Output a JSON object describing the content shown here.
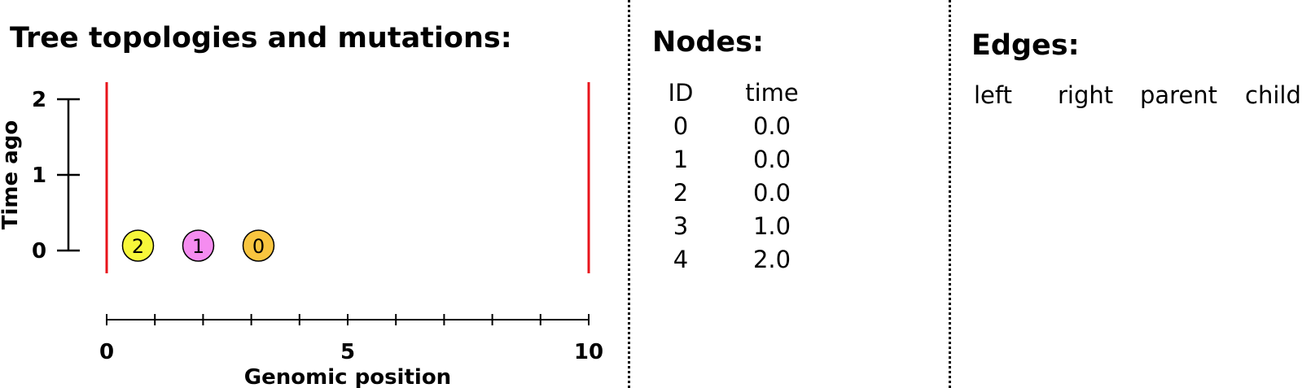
{
  "tree_panel": {
    "title": "Tree topologies and mutations:",
    "y_axis": {
      "label": "Time ago",
      "ticks": [
        "0",
        "1",
        "2"
      ],
      "range": [
        0,
        2
      ]
    },
    "x_axis": {
      "label": "Genomic position",
      "tick_labels": [
        "0",
        "5",
        "10"
      ],
      "range": [
        0,
        10
      ],
      "minor_tick_step": 1
    },
    "breakpoints": [
      0,
      10
    ],
    "breakpoint_color": "#e8141b",
    "mutations": [
      {
        "label": "2",
        "position": 0.65,
        "time": 0,
        "color": "#f7f73a"
      },
      {
        "label": "1",
        "position": 1.9,
        "time": 0,
        "color": "#f58cf0"
      },
      {
        "label": "0",
        "position": 3.15,
        "time": 0,
        "color": "#f8c53f"
      }
    ]
  },
  "nodes_panel": {
    "title": "Nodes:",
    "headers": [
      "ID",
      "time"
    ],
    "rows": [
      [
        "0",
        "0.0"
      ],
      [
        "1",
        "0.0"
      ],
      [
        "2",
        "0.0"
      ],
      [
        "3",
        "1.0"
      ],
      [
        "4",
        "2.0"
      ]
    ]
  },
  "edges_panel": {
    "title": "Edges:",
    "headers": [
      "left",
      "right",
      "parent",
      "child"
    ],
    "rows": []
  }
}
